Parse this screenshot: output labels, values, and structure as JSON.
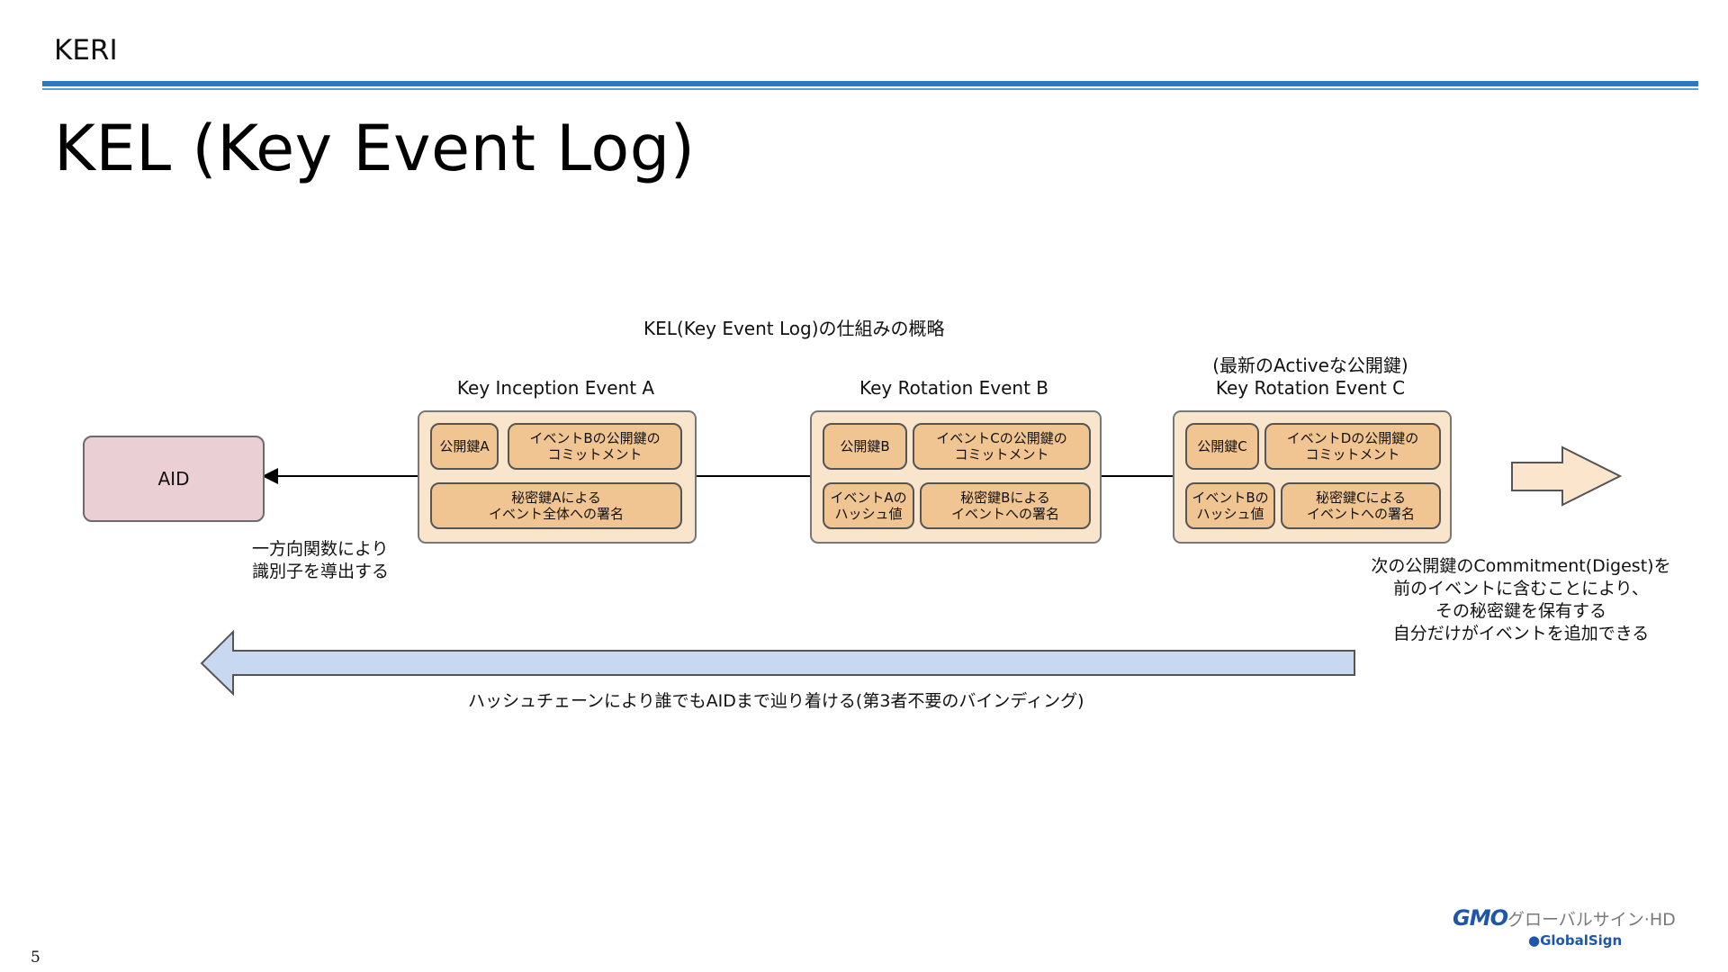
{
  "header": {
    "section": "KERI",
    "title": "KEL (Key Event Log)",
    "page_number": "5"
  },
  "diagram": {
    "caption": "KEL(Key Event Log)の仕組みの概略",
    "aid_label": "AID",
    "event_a": {
      "title": "Key Inception Event A",
      "pubkey": "公開鍵A",
      "commit": "イベントBの公開鍵の\nコミットメント",
      "signature": "秘密鍵Aによる\nイベント全体への署名"
    },
    "event_b": {
      "title": "Key Rotation Event B",
      "pubkey": "公開鍵B",
      "commit": "イベントCの公開鍵の\nコミットメント",
      "hash": "イベントAの\nハッシュ値",
      "signature": "秘密鍵Bによる\nイベントへの署名"
    },
    "event_c": {
      "subtitle": "(最新のActiveな公開鍵)",
      "title": "Key Rotation Event C",
      "pubkey": "公開鍵C",
      "commit": "イベントDの公開鍵の\nコミットメント",
      "hash": "イベントBの\nハッシュ値",
      "signature": "秘密鍵Cによる\nイベントへの署名"
    },
    "note_oneway": "一方向関数により\n識別子を導出する",
    "note_commitment": "次の公開鍵のCommitment(Digest)を\n前のイベントに含むことにより、\nその秘密鍵を保有する\n自分だけがイベントを追加できる",
    "hashchain_text": "ハッシュチェーンにより誰でもAIDまで辿り着ける(第3者不要のバインディング)"
  },
  "logo": {
    "brand": "GMO",
    "company": "グローバルサイン·HD",
    "sub": "GlobalSign"
  },
  "colors": {
    "rule": "#2e78c2",
    "aid_fill": "#ead0d4",
    "event_fill": "#f9e4cc",
    "cell_fill": "#f1c591",
    "hash_arrow": "#c9d8f1",
    "next_arrow": "#fbe5cd"
  }
}
